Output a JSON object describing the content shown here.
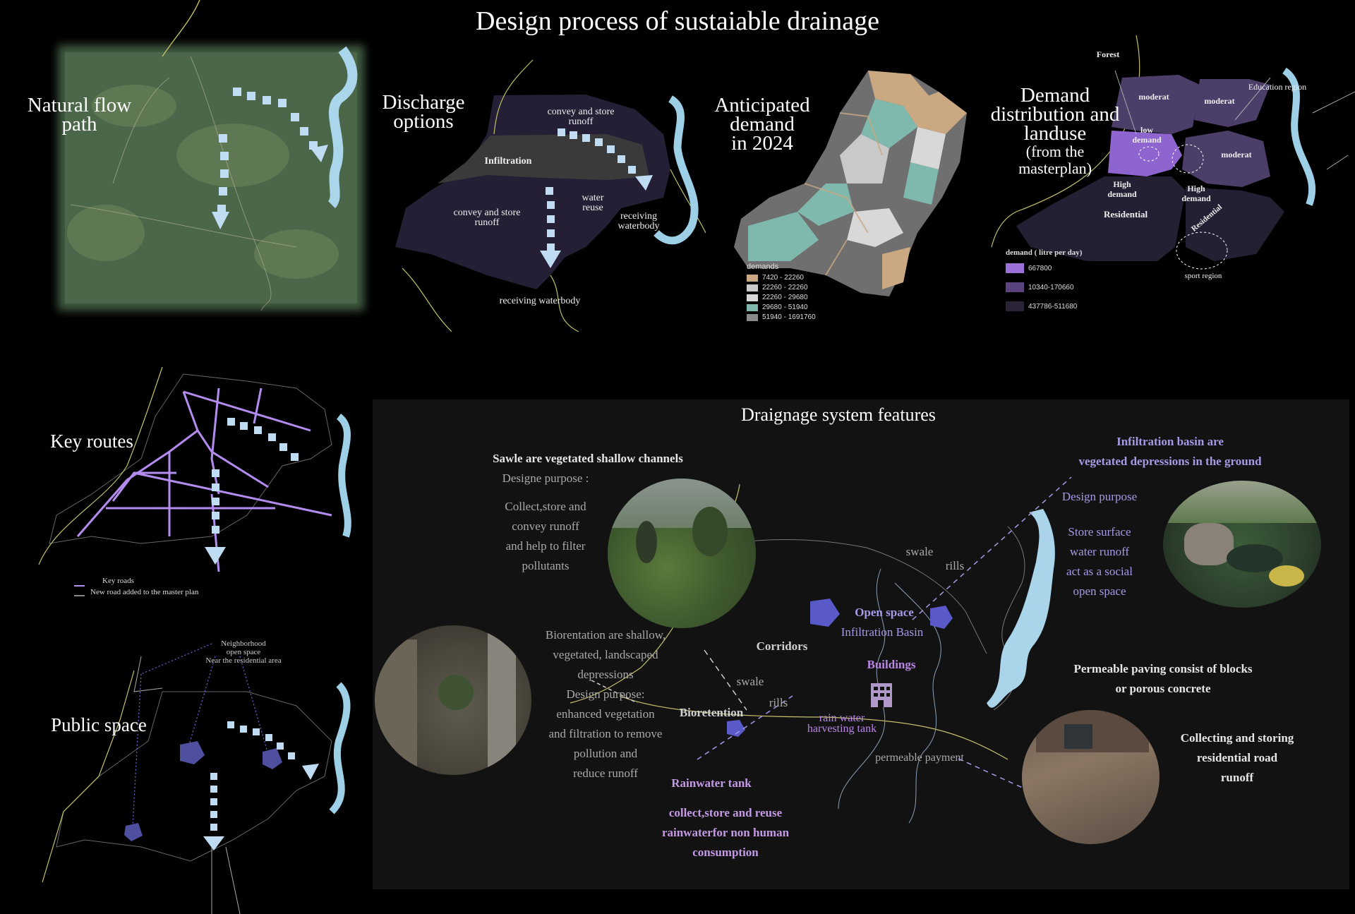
{
  "title": "Design process of sustaiable drainage",
  "panels": {
    "natural_flow": {
      "title_line1": "Natural flow",
      "title_line2": "path"
    },
    "discharge": {
      "title_line1": "Discharge",
      "title_line2": "options",
      "labels": {
        "convey_top_1": "convey and store",
        "convey_top_2": "runoff",
        "infiltration": "Infiltration",
        "convey_left_1": "convey and store",
        "convey_left_2": "runoff",
        "water_reuse_1": "water",
        "water_reuse_2": "reuse",
        "receiving_1": "receiving",
        "receiving_2": "waterbody",
        "receiving_bottom": "receiving waterbody"
      }
    },
    "anticipated": {
      "title_line1": "Anticipated",
      "title_line2": "demand",
      "title_line3": "in 2024",
      "legend_title": "demands",
      "legend": [
        {
          "label": "7420 - 22260",
          "color": "#c9a882"
        },
        {
          "label": "22260 - 22260",
          "color": "#c9c9c9"
        },
        {
          "label": "22260 - 29680",
          "color": "#d8d8d8"
        },
        {
          "label": "29680 - 51940",
          "color": "#7fb8ac"
        },
        {
          "label": "51940 - 1691760",
          "color": "#8a8a8a"
        }
      ]
    },
    "demand_dist": {
      "title_line1": "Demand",
      "title_line2": "distribution and",
      "title_line3": "landuse",
      "title_line4": "(from the",
      "title_line5": "masterplan)",
      "labels": {
        "forest": "Forest",
        "education": "Education region",
        "moderat_1": "moderat",
        "moderat_2": "moderat",
        "moderat_3": "moderat",
        "low_1": "low",
        "low_2": "demand",
        "high_1a": "High",
        "high_1b": "demand",
        "high_2a": "High",
        "high_2b": "demand",
        "residential_1": "Residential",
        "residential_2": "Residential",
        "sport": "sport region"
      },
      "legend_title": "demand ( litre per day)",
      "legend": [
        {
          "label": "667800",
          "color": "#9a6fd8"
        },
        {
          "label": "10340-170660",
          "color": "#5b437f"
        },
        {
          "label": "437786-511680",
          "color": "#2a2436"
        }
      ]
    },
    "key_routes": {
      "title": "Key routes",
      "legend": [
        {
          "label": "Key roads",
          "color": "#b48cf0"
        },
        {
          "label": "New road added to the master plan",
          "color": "#888888"
        }
      ]
    },
    "public_space": {
      "title": "Public space",
      "note_1": "Neighborhood",
      "note_2": "open space",
      "note_3": "Near the residential area"
    }
  },
  "features": {
    "title": "Draignage system features",
    "swale": {
      "heading": "Sawle are vegetated shallow channels",
      "purpose": "Designe purpose :",
      "desc_1": "Collect,store and",
      "desc_2": "convey runoff",
      "desc_3": "and help to filter",
      "desc_4": "pollutants"
    },
    "infil": {
      "heading_1": "Infiltration basin are",
      "heading_2": "vegetated depressions in the ground",
      "purpose": "Design purpose",
      "desc_1": "Store surface",
      "desc_2": "water runoff",
      "desc_3": "act as a social",
      "desc_4": "open space"
    },
    "bio": {
      "desc_1": "Biorentation are shallow,",
      "desc_2": "vegetated, landscaped",
      "desc_3": "depressions",
      "desc_4": "Design purpose:",
      "desc_5": "enhanced vegetation",
      "desc_6": "and filtration to remove",
      "desc_7": "pollution and",
      "desc_8": "reduce runoff"
    },
    "paving": {
      "heading_1": "Permeable paving consist of blocks",
      "heading_2": "or porous concrete",
      "desc_1": "Collecting and storing",
      "desc_2": "residential road",
      "desc_3": "runoff"
    },
    "tank": {
      "heading": "Rainwater tank",
      "desc_1": "collect,store and reuse",
      "desc_2": "rainwaterfor non human",
      "desc_3": "consumption"
    },
    "map_labels": {
      "swale_top": "swale",
      "rills_top": "rills",
      "open_space": "Open space",
      "infil_basin": "Infiltration Basin",
      "corridors": "Corridors",
      "buildings": "Buildings",
      "swale_mid": "swale",
      "rills_mid": "rills",
      "bioretention": "Bioretention",
      "rain_water_1": "rain water",
      "rain_water_2": "harvesting tank",
      "permeable": "permeable payment"
    }
  }
}
